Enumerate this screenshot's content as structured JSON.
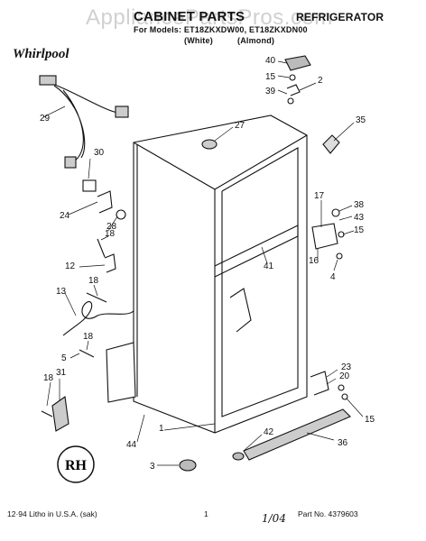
{
  "watermark": "AppliancePartsPros.com",
  "header": {
    "title": "CABINET PARTS",
    "product": "REFRIGERATOR",
    "for_models": "For Models: ET18ZKXDW00, ET18ZKXDN00",
    "color_white": "(White)",
    "color_almond": "(Almond)"
  },
  "brand": "Whirlpool",
  "footer": {
    "left": "12·94  Litho in U.S.A. (sak)",
    "page": "1",
    "handwritten": "1/04",
    "part_no": "Part No. 4379603"
  },
  "callouts": [
    "40",
    "15",
    "39",
    "2",
    "27",
    "35",
    "29",
    "30",
    "17",
    "38",
    "43",
    "15",
    "24",
    "28",
    "18",
    "16",
    "4",
    "41",
    "12",
    "18",
    "13",
    "18",
    "5",
    "18",
    "31",
    "23",
    "20",
    "15",
    "42",
    "36",
    "1",
    "44",
    "3"
  ],
  "seal_text": "RH"
}
